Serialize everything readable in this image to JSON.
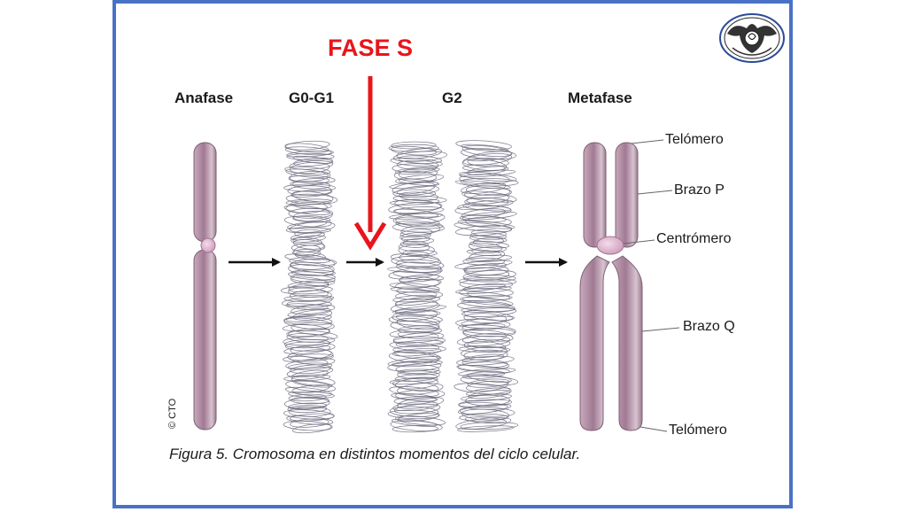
{
  "header": {
    "fase_s_label": "FASE S"
  },
  "stages": [
    {
      "label": "Anafase"
    },
    {
      "label": "G0-G1"
    },
    {
      "label": "G2"
    },
    {
      "label": "Metafase"
    }
  ],
  "parts": {
    "telomere_top": "Telómero",
    "arm_p": "Brazo P",
    "centromere": "Centrómero",
    "arm_q": "Brazo Q",
    "telomere_bottom": "Telómero"
  },
  "copyright": "© CTO",
  "caption": "Figura 5. Cromosoma en distintos momentos del ciclo celular.",
  "colors": {
    "border": "#4a72c4",
    "fase_s_arrow": "#e8151b",
    "chromosome": "#a7839a",
    "centromere": "#e2b9d0",
    "chromatin": "#6b6a7e"
  },
  "logo": {
    "name": "university-seal-logo",
    "description_text": ""
  }
}
